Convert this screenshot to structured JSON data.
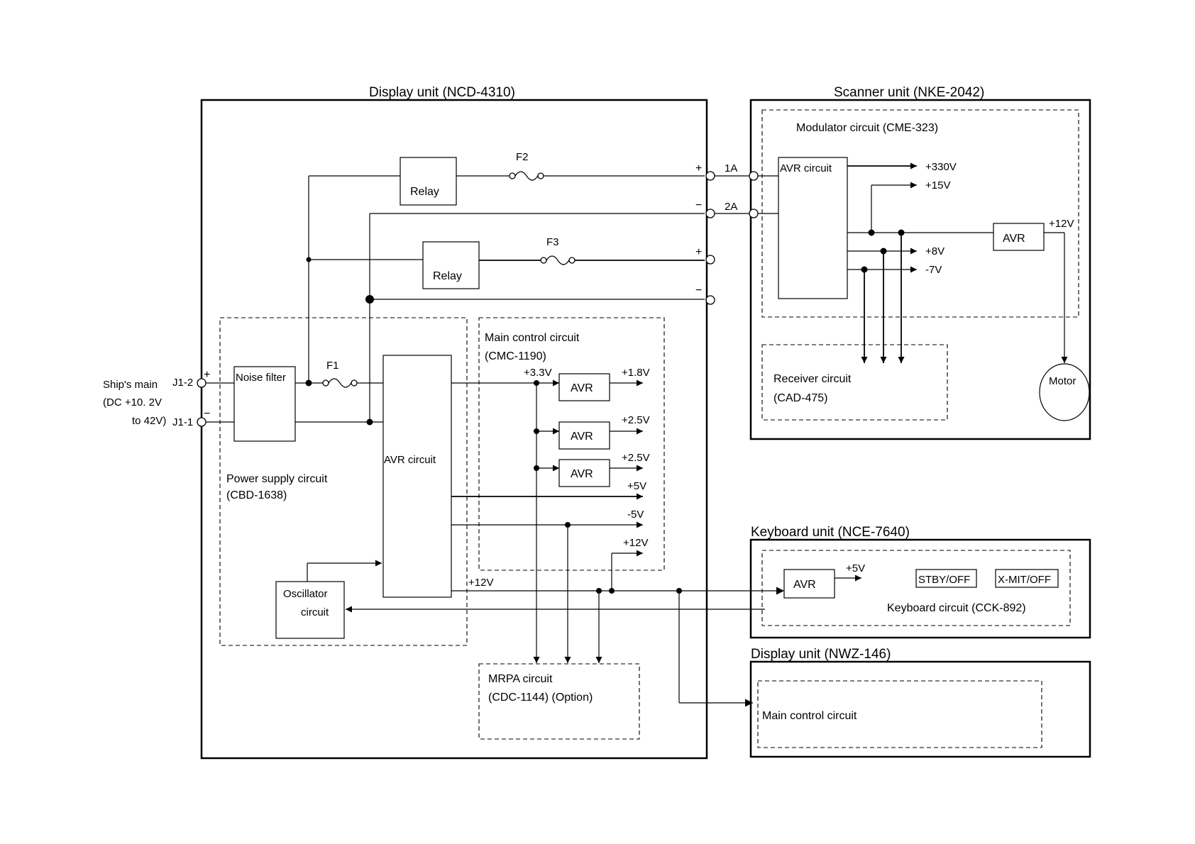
{
  "units": {
    "display_main": "Display unit (NCD-4310)",
    "scanner": "Scanner unit (NKE-2042)",
    "keyboard": "Keyboard unit (NCE-7640)",
    "display_sub": "Display unit (NWZ-146)"
  },
  "circuits": {
    "modulator": "Modulator circuit  (CME-323)",
    "receiver_1": "Receiver circuit",
    "receiver_2": "(CAD-475)",
    "main_control_1": "Main control circuit",
    "main_control_2": "(CMC-1190)",
    "power_supply_1": "Power supply circuit",
    "power_supply_2": "(CBD-1638)",
    "mrpa_1": "MRPA circuit",
    "mrpa_2": "(CDC-1144)  (Option)",
    "keyboard_circuit": "Keyboard circuit  (CCK-892)",
    "main_control_sub": "Main control circuit"
  },
  "blocks": {
    "relay": "Relay",
    "noise_filter": "Noise filter",
    "avr_circuit": "AVR circuit",
    "avr": "AVR",
    "oscillator_1": "Oscillator",
    "oscillator_2": "circuit",
    "motor": "Motor",
    "stby": "STBY/OFF",
    "xmit": "X-MIT/OFF"
  },
  "fuses": {
    "f1": "F1",
    "f2": "F2",
    "f3": "F3"
  },
  "terminals": {
    "j1_2": "J1-2",
    "j1_1": "J1-1",
    "t1a": "1A",
    "t2a": "2A",
    "plus": "+",
    "minus": "−"
  },
  "ship_main": {
    "line1": "Ship's main",
    "line2": "(DC +10. 2V",
    "line3": "to 42V)"
  },
  "voltages": {
    "v330": "+330V",
    "v15": "+15V",
    "v12": "+12V",
    "v8": "+8V",
    "vm7": "-7V",
    "v33": "+3.3V",
    "v18": "+1.8V",
    "v25": "+2.5V",
    "v5": "+5V",
    "vm5": "-5V"
  }
}
